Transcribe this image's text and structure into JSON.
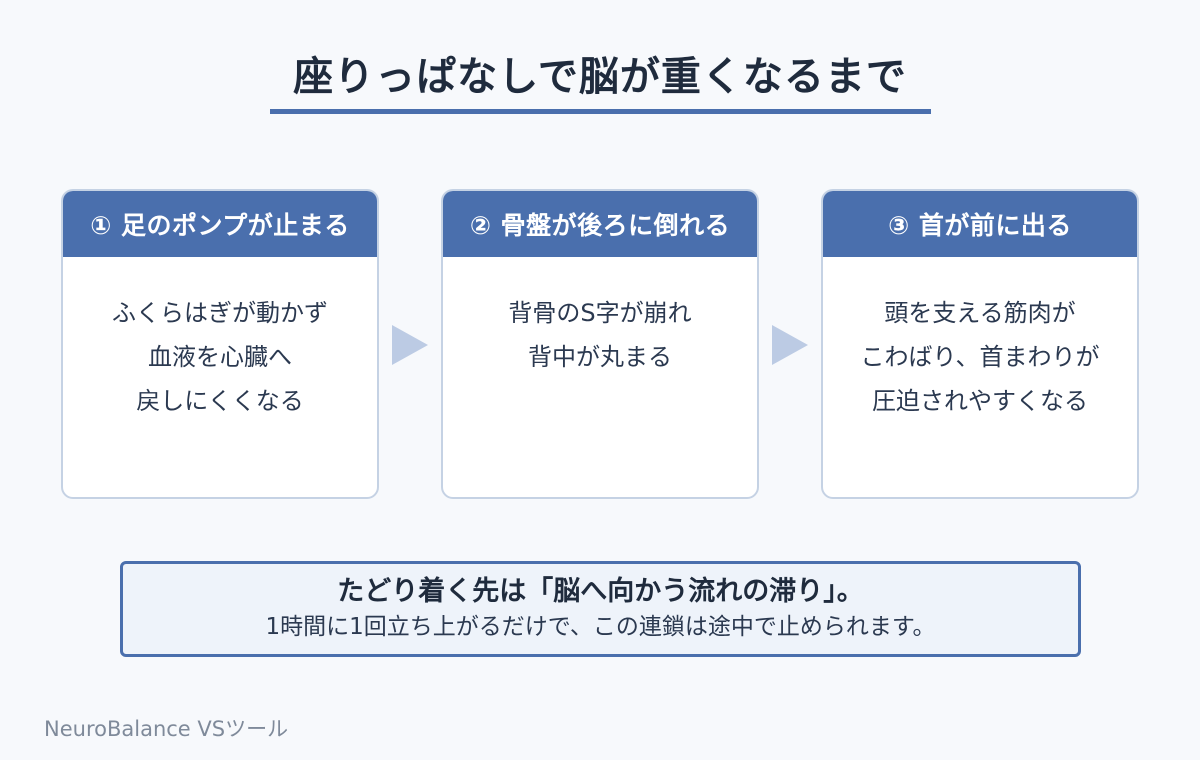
{
  "title": "座りっぱなしで脳が重くなるまで",
  "colors": {
    "accent": "#4a6fad",
    "arrow": "#bccbe4",
    "background": "#f7f9fc",
    "card_border": "#c5d2e4",
    "summary_background": "#eef3fa"
  },
  "steps": [
    {
      "heading": "① 足のポンプが止まる",
      "lines": [
        "ふくらはぎが動かず",
        "血液を心臓へ",
        "戻しにくくなる"
      ]
    },
    {
      "heading": "② 骨盤が後ろに倒れる",
      "lines": [
        "背骨のS字が崩れ",
        "背中が丸まる"
      ]
    },
    {
      "heading": "③ 首が前に出る",
      "lines": [
        "頭を支える筋肉が",
        "こわばり、首まわりが",
        "圧迫されやすくなる"
      ]
    }
  ],
  "summary": {
    "main": "たどり着く先は「脳へ向かう流れの滞り」。",
    "sub": "1時間に1回立ち上がるだけで、この連鎖は途中で止められます。"
  },
  "footer": "NeuroBalance VSツール"
}
